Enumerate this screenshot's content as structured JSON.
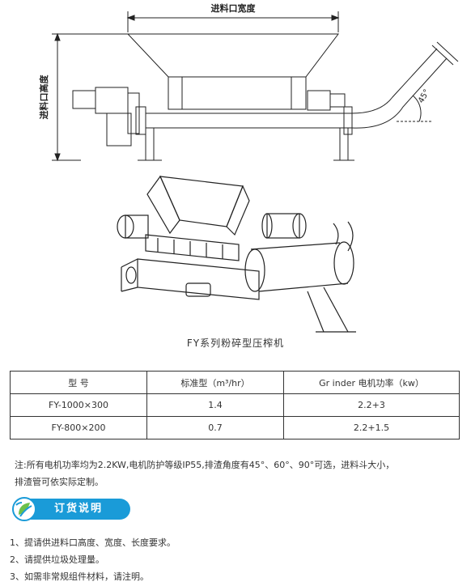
{
  "drawing_top": {
    "width_label": "进料口宽度",
    "height_label": "进料口高度",
    "angle_label": "45°"
  },
  "caption": "FY系列粉碎型压榨机",
  "table": {
    "headers": [
      "型    号",
      "标准型（m³/hr）",
      "Gr inder  电机功率（kw）"
    ],
    "rows": [
      [
        "FY-1000×300",
        "1.4",
        "2.2+3"
      ],
      [
        "FY-800×200",
        "0.7",
        "2.2+1.5"
      ]
    ]
  },
  "note": {
    "line1": "注:所有电机功率均为2.2KW,电机防护等级IP55,排渣角度有45°、60°、90°可选，进料斗大小，",
    "line2": "排渣管可依实际定制。"
  },
  "order_section": {
    "title": "订货说明",
    "steps": [
      "1、提请供进料口高度、宽度、长度要求。",
      "2、请提供垃圾处理量。",
      "3、如需非常规组件材料，请注明。"
    ]
  },
  "colors": {
    "accent": "#1a9bd8",
    "accent_green": "#6cc04a"
  }
}
